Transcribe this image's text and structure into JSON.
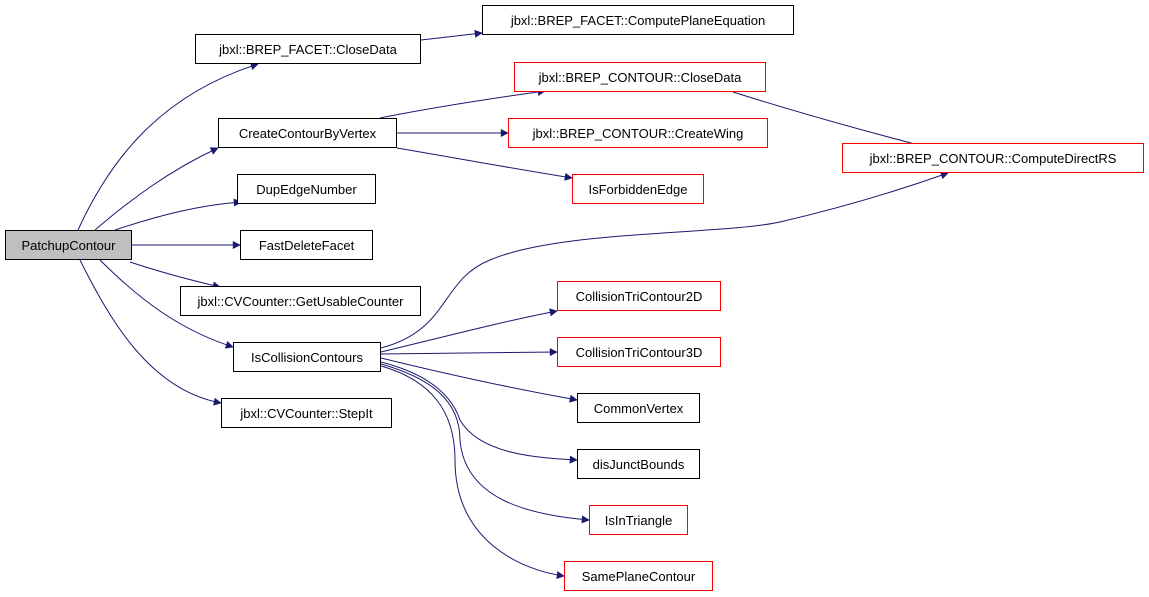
{
  "diagram": {
    "type": "call-graph",
    "colors": {
      "edge": "#191970",
      "node_border": "#000000",
      "truncated_node_border": "#ff0000",
      "root_fill": "#bfbfbf",
      "background": "#ffffff"
    },
    "root": "PatchupContour",
    "nodes": [
      {
        "id": "n0",
        "label": "PatchupContour",
        "style": "root"
      },
      {
        "id": "n1",
        "label": "jbxl::BREP_FACET::CloseData",
        "style": "normal"
      },
      {
        "id": "n2",
        "label": "jbxl::BREP_FACET::ComputePlaneEquation",
        "style": "normal"
      },
      {
        "id": "n3",
        "label": "CreateContourByVertex",
        "style": "normal"
      },
      {
        "id": "n4",
        "label": "jbxl::BREP_CONTOUR::CloseData",
        "style": "truncated"
      },
      {
        "id": "n5",
        "label": "jbxl::BREP_CONTOUR::CreateWing",
        "style": "truncated"
      },
      {
        "id": "n6",
        "label": "IsForbiddenEdge",
        "style": "truncated"
      },
      {
        "id": "n7",
        "label": "jbxl::BREP_CONTOUR::ComputeDirectRS",
        "style": "truncated"
      },
      {
        "id": "n8",
        "label": "DupEdgeNumber",
        "style": "normal"
      },
      {
        "id": "n9",
        "label": "FastDeleteFacet",
        "style": "normal"
      },
      {
        "id": "n10",
        "label": "jbxl::CVCounter::GetUsableCounter",
        "style": "normal"
      },
      {
        "id": "n11",
        "label": "IsCollisionContours",
        "style": "normal"
      },
      {
        "id": "n12",
        "label": "jbxl::CVCounter::StepIt",
        "style": "normal"
      },
      {
        "id": "n13",
        "label": "CollisionTriContour2D",
        "style": "truncated"
      },
      {
        "id": "n14",
        "label": "CollisionTriContour3D",
        "style": "truncated"
      },
      {
        "id": "n15",
        "label": "CommonVertex",
        "style": "normal"
      },
      {
        "id": "n16",
        "label": "disJunctBounds",
        "style": "normal"
      },
      {
        "id": "n17",
        "label": "IsInTriangle",
        "style": "truncated"
      },
      {
        "id": "n18",
        "label": "SamePlaneContour",
        "style": "truncated"
      }
    ],
    "edges": [
      {
        "from": "PatchupContour",
        "to": "jbxl::BREP_FACET::CloseData"
      },
      {
        "from": "PatchupContour",
        "to": "CreateContourByVertex"
      },
      {
        "from": "PatchupContour",
        "to": "DupEdgeNumber"
      },
      {
        "from": "PatchupContour",
        "to": "FastDeleteFacet"
      },
      {
        "from": "PatchupContour",
        "to": "jbxl::CVCounter::GetUsableCounter"
      },
      {
        "from": "PatchupContour",
        "to": "IsCollisionContours"
      },
      {
        "from": "PatchupContour",
        "to": "jbxl::CVCounter::StepIt"
      },
      {
        "from": "jbxl::BREP_FACET::CloseData",
        "to": "jbxl::BREP_FACET::ComputePlaneEquation"
      },
      {
        "from": "CreateContourByVertex",
        "to": "jbxl::BREP_CONTOUR::CloseData"
      },
      {
        "from": "CreateContourByVertex",
        "to": "jbxl::BREP_CONTOUR::CreateWing"
      },
      {
        "from": "CreateContourByVertex",
        "to": "IsForbiddenEdge"
      },
      {
        "from": "jbxl::BREP_CONTOUR::CloseData",
        "to": "jbxl::BREP_CONTOUR::ComputeDirectRS"
      },
      {
        "from": "IsCollisionContours",
        "to": "jbxl::BREP_CONTOUR::ComputeDirectRS"
      },
      {
        "from": "IsCollisionContours",
        "to": "CollisionTriContour2D"
      },
      {
        "from": "IsCollisionContours",
        "to": "CollisionTriContour3D"
      },
      {
        "from": "IsCollisionContours",
        "to": "CommonVertex"
      },
      {
        "from": "IsCollisionContours",
        "to": "disJunctBounds"
      },
      {
        "from": "IsCollisionContours",
        "to": "IsInTriangle"
      },
      {
        "from": "IsCollisionContours",
        "to": "SamePlaneContour"
      }
    ]
  }
}
